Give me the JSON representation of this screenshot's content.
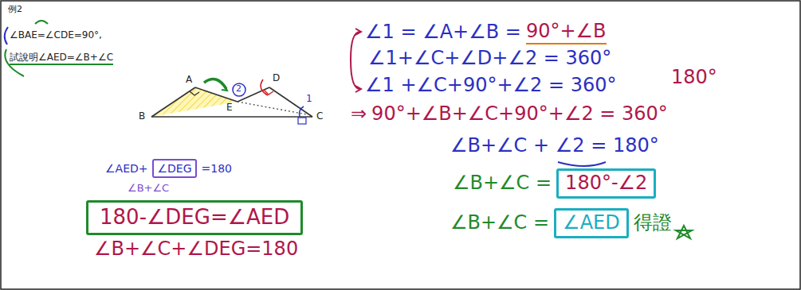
{
  "diagram": {
    "nodes": [
      {
        "text": [
          "∠DEG"
        ]
      },
      {
        "text": [
          "180-∠DEG=∠AED"
        ]
      },
      {
        "text": [
          "180°-∠2"
        ]
      },
      {
        "text": [
          "∠AED"
        ]
      }
    ],
    "labels": [
      "例2",
      "∠BAE=∠CDE=90°,",
      "試說明∠AED=∠B+∠C",
      "A",
      "D",
      "B",
      "C",
      "E",
      "1",
      "2",
      "∠1 = ∠A+∠B = ",
      "90°+∠B",
      "∠1+∠C+∠D+∠2 = 360°",
      "∠1 +∠C+90°+∠2 = 360°",
      "180°",
      "⇒",
      "90°+∠B+∠C+90°+∠2 = 360°",
      "∠B+∠C + ∠2 = 180°",
      "∠B+∠C =",
      "∠B+∠C =",
      "得證",
      "∠AED+",
      "=180",
      "∠B+∠C",
      "∠B+∠C+∠DEG=180"
    ]
  }
}
